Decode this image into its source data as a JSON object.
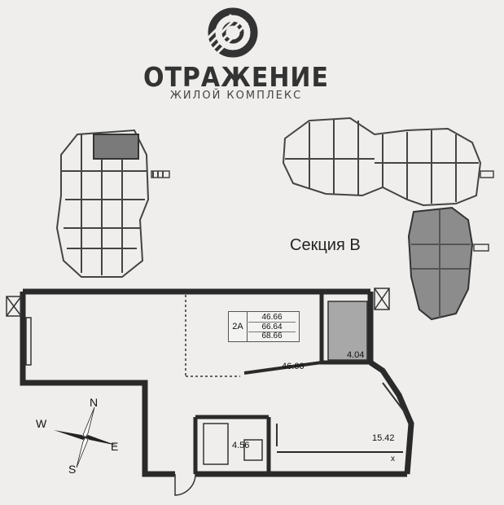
{
  "brand": {
    "name": "ОТРАЖЕНИЕ",
    "tagline": "ЖИЛОЙ КОМПЛЕКС"
  },
  "section_label": "Секция В",
  "apartment": {
    "type": "2А",
    "areas": [
      "46.66",
      "66.64",
      "68.66"
    ],
    "room_labels": {
      "living": "46.66",
      "balcony": "4.04",
      "bathroom": "4.56",
      "kitchen": "15.42",
      "stove": "x"
    }
  },
  "compass": {
    "n": "N",
    "e": "E",
    "s": "S",
    "w": "W"
  },
  "colors": {
    "wall": "#2a2a2a",
    "highlight": "#9a9a9a",
    "paper": "#efeeec"
  }
}
